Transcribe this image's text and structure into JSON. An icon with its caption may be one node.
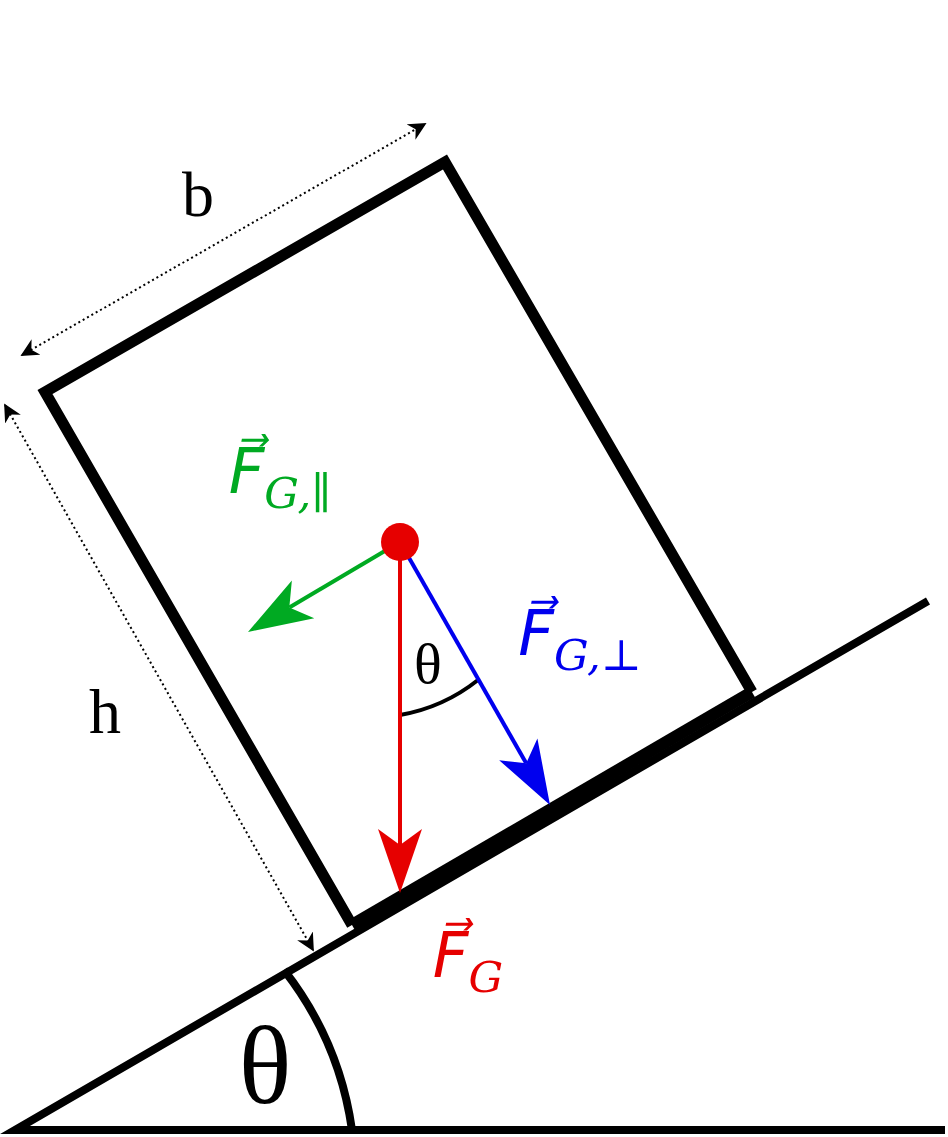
{
  "diagram": {
    "labels": [
      "b",
      "F⃗$_{G,∥}$",
      "θ",
      "F⃗$_{G,⊥}$",
      "h",
      "F⃗$_{G}$",
      "θ"
    ]
  }
}
